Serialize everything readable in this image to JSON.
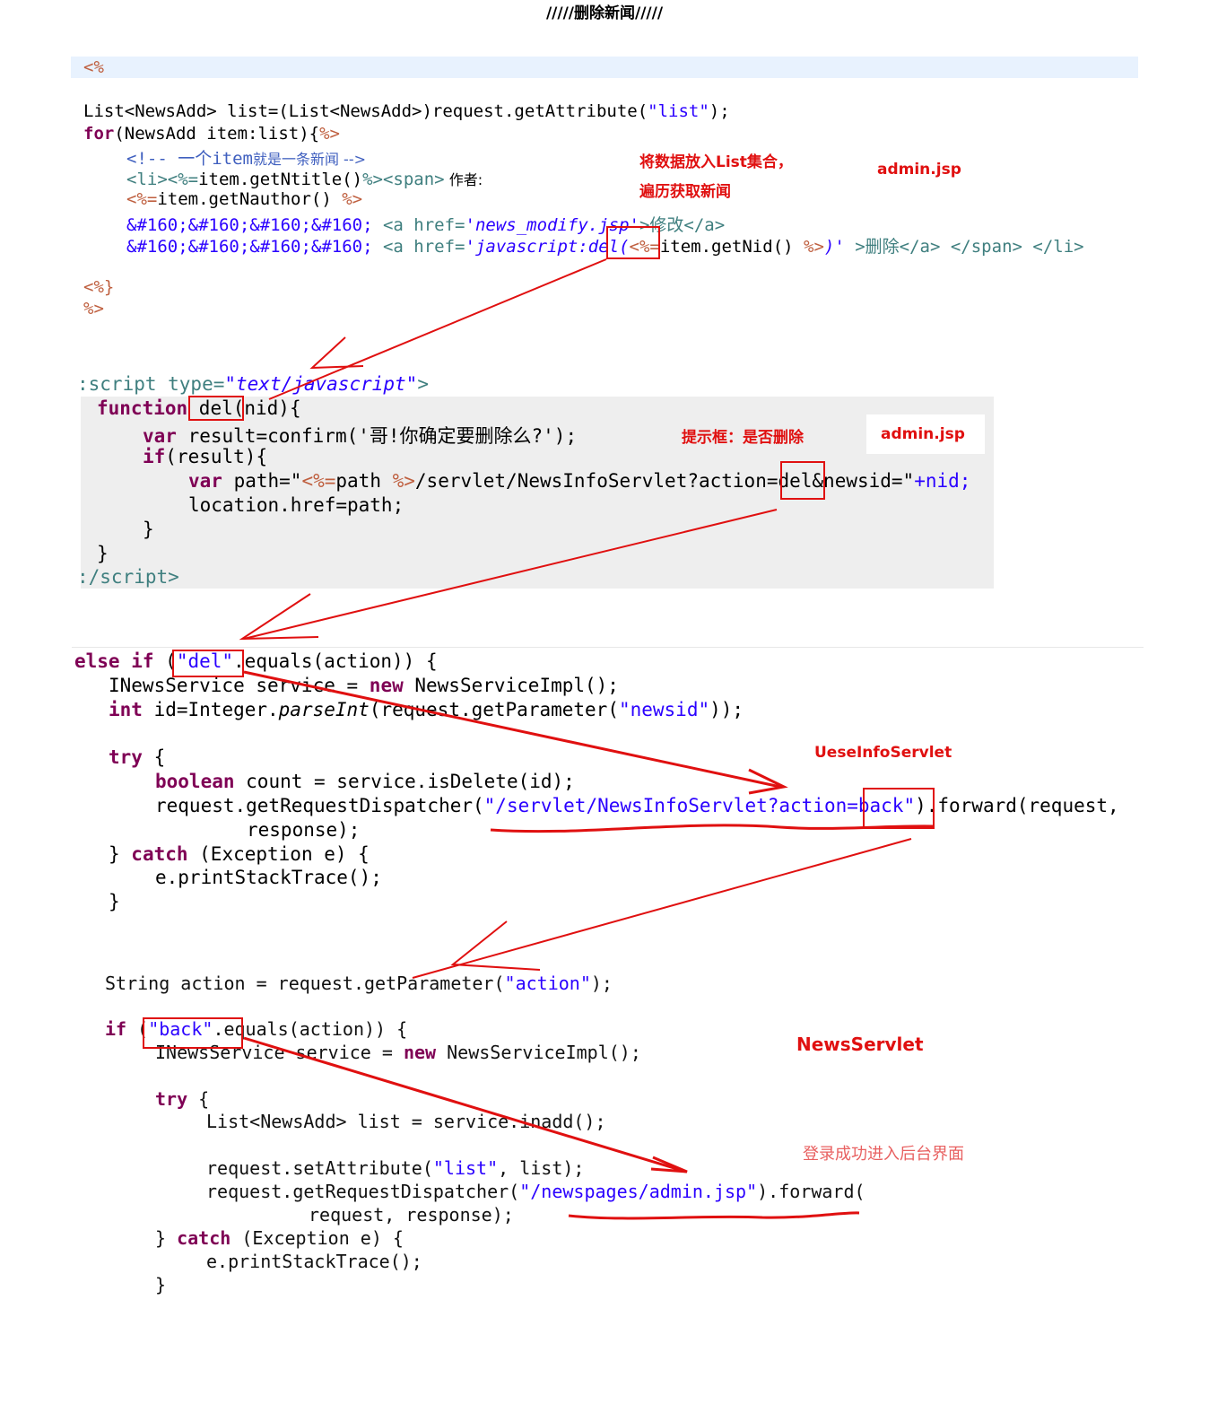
{
  "page_title": "/////删除新闻/////",
  "colors": {
    "annotation_red": "#e01010",
    "keyword": "#7f0055",
    "string": "#2a00ff",
    "jsp_delimiter": "#bf5f3f",
    "html_tag": "#3f7f7f",
    "comment": "#3f5fbf"
  },
  "jsp_block": {
    "l1": "<%",
    "l2a": "List<NewsAdd> list=(List<NewsAdd>)request.getAttribute(",
    "l2b": "\"list\"",
    "l2c": ");",
    "l3a": "for",
    "l3b": "(NewsAdd item:list){",
    "l3c": "%>",
    "l4a": "<!-- 一个",
    "l4b": "item",
    "l4c": "就是一条新闻 -->",
    "l5a": "<li><%=",
    "l5b": "item.getNtitle()",
    "l5c": "%><span>",
    "l5d": " 作者:",
    "l6a": "<%=",
    "l6b": "item.getNauthor() ",
    "l6c": "%>",
    "l7a": "&#160;&#160;&#160;&#160;",
    "l7b": " <a href=",
    "l7c": "'news_modify.jsp'",
    "l7d": ">修改</a>",
    "l8a": "&#160;&#160;&#160;&#160;",
    "l8b": " <a href=",
    "l8c": "'javascript:del(",
    "l8d": "<%=",
    "l8e": "item.getNid() ",
    "l8f": "%>",
    "l8g": ")'",
    "l8h": " >删除</a> </span> </li>",
    "l9": "<%}",
    "l10": "%>"
  },
  "script_block": {
    "l1a": ":script type=",
    "l1b": "\"text/javascript\"",
    "l1c": ">",
    "l2a": "function",
    "l2b": " del(nid){",
    "l3a": "var",
    "l3b": " result=confirm('哥!你确定要删除么?');",
    "l4a": "if",
    "l4b": "(result){",
    "l5a": "var",
    "l5b": " path=\"",
    "l5c": "<%=",
    "l5d": "path ",
    "l5e": "%>",
    "l5f": "/servlet/NewsInfoServlet?action=del&newsid=\"",
    "l5g": "+nid;",
    "l6": "location.href=path;",
    "l7": "}",
    "l8": "}",
    "l9": ":/script>"
  },
  "servlet_block": {
    "l1a": "else if",
    "l1b": " (",
    "l1c": "\"del\"",
    "l1d": ".equals(action)) {",
    "l2a": "INewsService service = ",
    "l2b": "new",
    "l2c": " NewsServiceImpl();",
    "l3a": "int",
    "l3b": " id=Integer.",
    "l3c": "parseInt",
    "l3d": "(request.getParameter(",
    "l3e": "\"newsid\"",
    "l3f": "));",
    "l4a": "try",
    "l4b": " {",
    "l5a": "boolean",
    "l5b": " count = service.isDelete(id);",
    "l6a": "request.getRequestDispatcher(",
    "l6b": "\"/servlet/NewsInfoServlet?action=back\"",
    "l6c": ").forward(request,",
    "l7": "response);",
    "l8a": "} ",
    "l8b": "catch",
    "l8c": " (Exception e) {",
    "l9": "e.printStackTrace();",
    "l10": "}"
  },
  "newsservlet_block": {
    "l1a": "String action = request.getParameter(",
    "l1b": "\"action\"",
    "l1c": ");",
    "l2a": "if",
    "l2b": " (",
    "l2c": "\"back\"",
    "l2d": ".equals(action)) {",
    "l3a": "INewsService service = ",
    "l3b": "new",
    "l3c": " NewsServiceImpl();",
    "l4a": "try",
    "l4b": " {",
    "l5": "List<NewsAdd> list = service.inadd();",
    "l6a": "request.setAttribute(",
    "l6b": "\"list\"",
    "l6c": ", list);",
    "l7a": "request.getRequestDispatcher(",
    "l7b": "\"/newspages/admin.jsp\"",
    "l7c": ").forward(",
    "l8": "request, response);",
    "l9a": "} ",
    "l9b": "catch",
    "l9c": " (Exception e) {",
    "l10": "e.printStackTrace();",
    "l11": "}"
  },
  "annotations": {
    "list_note_line1": "将数据放入List集合，",
    "list_note_line2": "遍历获取新闻",
    "admin_jsp_1": "admin.jsp",
    "confirm_note": "提示框：是否删除",
    "admin_jsp_2": "admin.jsp",
    "useinfo_servlet": "UeseInfoServlet",
    "news_servlet": "NewsServlet",
    "login_note": "登录成功进入后台界面"
  }
}
